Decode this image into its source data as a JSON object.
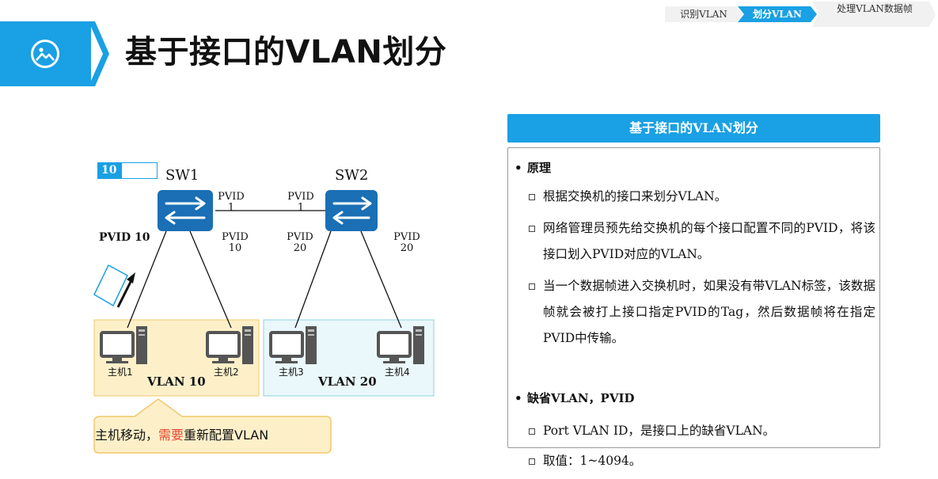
{
  "breadcrumb": {
    "step1": "识别VLAN",
    "step2": "划分VLAN",
    "step3": "处理VLAN数据帧"
  },
  "page_title": "基于接口的VLAN划分",
  "colors": {
    "accent": "#1aa0e4",
    "vlan10_fill": "#fdf0c9",
    "vlan20_fill": "#eaf7fb",
    "highlight_red": "#e8452f"
  },
  "diagram": {
    "frame_tag": "10",
    "sw1": "SW1",
    "sw2": "SW2",
    "pvid_10_left": "PVID 10",
    "sw1_trunk_pvid": "PVID\n1",
    "sw2_trunk_pvid": "PVID\n1",
    "sw1_right_pvid": "PVID\n10",
    "sw2_left_pvid": "PVID\n20",
    "sw2_right_pvid": "PVID\n20",
    "hosts": [
      "主机1",
      "主机2",
      "主机3",
      "主机4"
    ],
    "vlan10": "VLAN 10",
    "vlan20": "VLAN 20",
    "callout": {
      "before": "主机移动，",
      "highlight": "需要",
      "after": "重新配置VLAN"
    }
  },
  "panel": {
    "header": "基于接口的VLAN划分",
    "section1": "原理",
    "s1_items": [
      "根据交换机的接口来划分VLAN。",
      "网络管理员预先给交换机的每个接口配置不同的PVID，将该接口划入PVID对应的VLAN。",
      "当一个数据帧进入交换机时，如果没有带VLAN标签，该数据帧就会被打上接口指定PVID的Tag，然后数据帧将在指定PVID中传输。"
    ],
    "section2": "缺省VLAN，PVID",
    "s2_items": [
      "Port VLAN ID，是接口上的缺省VLAN。",
      "取值：1~4094。"
    ]
  }
}
